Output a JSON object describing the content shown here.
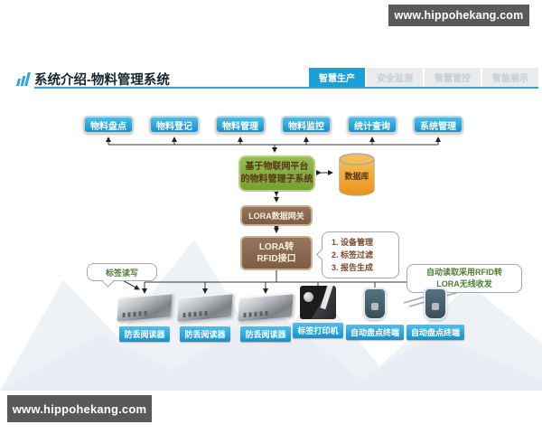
{
  "branding": {
    "url_top": "www.hippohekang.com",
    "url_bottom": "www.hippohekang.com"
  },
  "header": {
    "title": "系统介绍-物料管理系统",
    "tabs": [
      {
        "label": "智慧生产",
        "active": true
      },
      {
        "label": "安全监测",
        "active": false
      },
      {
        "label": "智慧管控",
        "active": false
      },
      {
        "label": "智能展示",
        "active": false
      }
    ]
  },
  "diagram": {
    "modules": [
      "物料盘点",
      "物料登记",
      "物料管理",
      "物料监控",
      "统计查询",
      "系统管理"
    ],
    "platform": {
      "line1": "基于物联网平台",
      "line2": "的物料管理子系统"
    },
    "database_label": "数据库",
    "gateway_label": "LORA数据网关",
    "interface": {
      "line1": "LORA转",
      "line2": "RFID接口"
    },
    "functions": [
      "1. 设备管理",
      "2. 标签过滤",
      "3. 报告生成"
    ],
    "callout_left": "标签读写",
    "callout_right": {
      "line1": "自动读取采用RFID转",
      "line2": "LORA无线收发"
    },
    "devices": [
      {
        "label": "防丢阅读器",
        "type": "reader"
      },
      {
        "label": "防丢阅读器",
        "type": "reader"
      },
      {
        "label": "防丢阅读器",
        "type": "reader"
      },
      {
        "label": "标签打印机",
        "type": "printer"
      },
      {
        "label": "自动盘点终端",
        "type": "terminal"
      },
      {
        "label": "自动盘点终端",
        "type": "terminal"
      }
    ]
  },
  "colors": {
    "accent_cyan": "#1b9fd8",
    "button_blue": "#1592cb",
    "platform_green": "#7ea83d",
    "database_orange": "#f0a32f",
    "lora_brown": "#8a6a52",
    "callout_green_text": "#4e7d33",
    "callout_brown_text": "#7b4a2d",
    "watermark_gray": "#58595b"
  }
}
